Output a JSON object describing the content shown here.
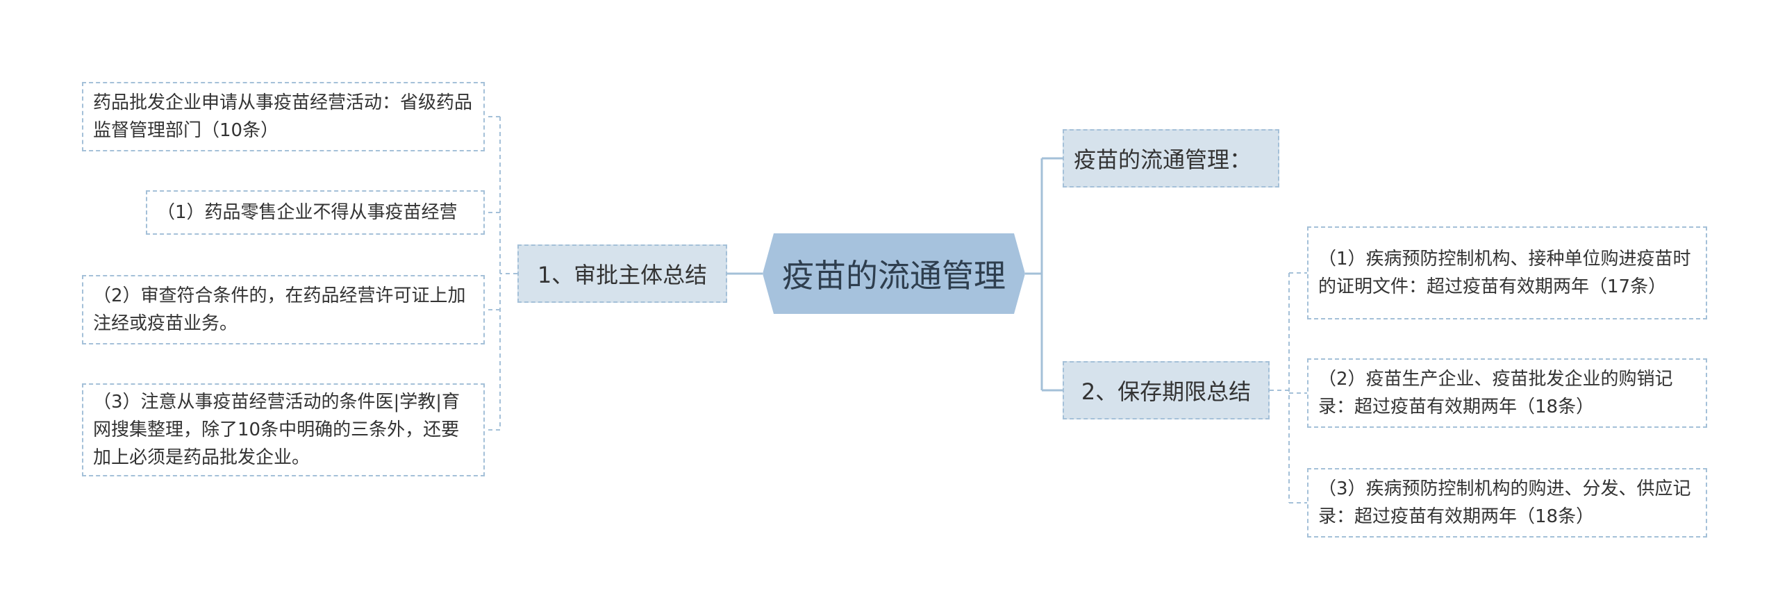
{
  "root": {
    "label": "疫苗的流通管理"
  },
  "branches": [
    {
      "label": "1、审批主体总结"
    },
    {
      "label": "疫苗的流通管理："
    },
    {
      "label": "2、保存期限总结"
    }
  ],
  "left_leaves": [
    {
      "text": "药品批发企业申请从事疫苗经营活动：省级药品监督管理部门（10条）"
    },
    {
      "text": "（1）药品零售企业不得从事疫苗经营"
    },
    {
      "text": "（2）审查符合条件的，在药品经营许可证上加注经或疫苗业务。"
    },
    {
      "text": "（3）注意从事疫苗经营活动的条件医|学教|育网搜集整理，除了10条中明确的三条外，还要加上必须是药品批发企业。"
    }
  ],
  "right_leaves": [
    {
      "text": "（1）疾病预防控制机构、接种单位购进疫苗时的证明文件：超过疫苗有效期两年（17条）"
    },
    {
      "text": "（2）疫苗生产企业、疫苗批发企业的购销记录：超过疫苗有效期两年（18条）"
    },
    {
      "text": "（3）疾病预防控制机构的购进、分发、供应记录：超过疫苗有效期两年（18条）"
    }
  ],
  "colors": {
    "root_fill": "#a6c2dd",
    "branch_fill": "#d6e2ec",
    "border": "#a4c0d8",
    "connector": "#a4c0d8"
  }
}
